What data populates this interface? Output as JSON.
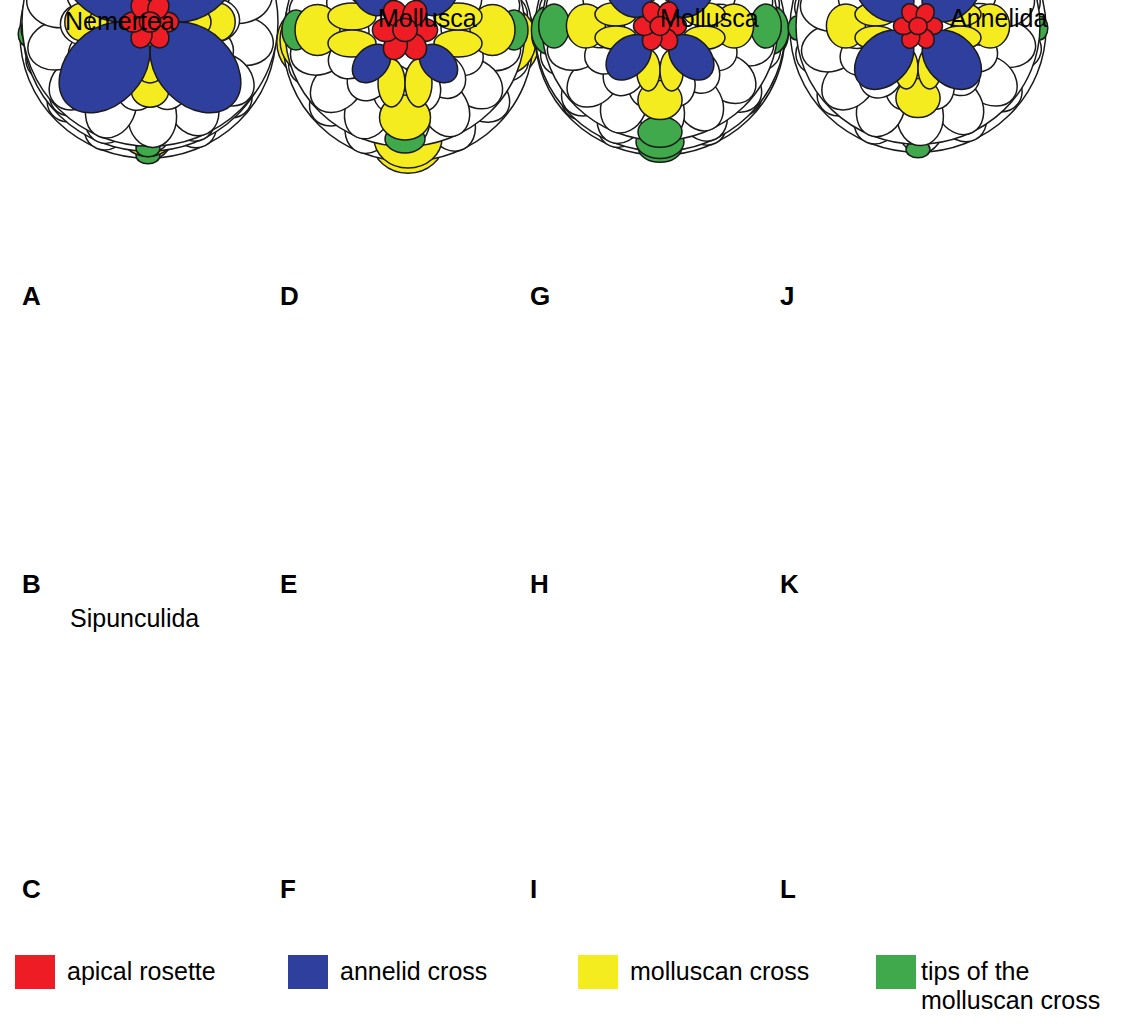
{
  "diagram": {
    "labels": [
      "Nemertea",
      "Mollusca",
      "Mollusca",
      "Annelida",
      "A",
      "D",
      "G",
      "J",
      "B",
      "E",
      "H",
      "K",
      "Sipunculida",
      "C",
      "F",
      "I",
      "L"
    ],
    "legend": [
      {
        "text": "apical rosette",
        "color": "#ee1c24"
      },
      {
        "text": "annelid cross",
        "color": "#2e3f9e"
      },
      {
        "text": "molluscan cross",
        "color": "#f4ec1f"
      },
      {
        "text": "tips of the molluscan cross",
        "color": "#3fa94b"
      }
    ]
  }
}
